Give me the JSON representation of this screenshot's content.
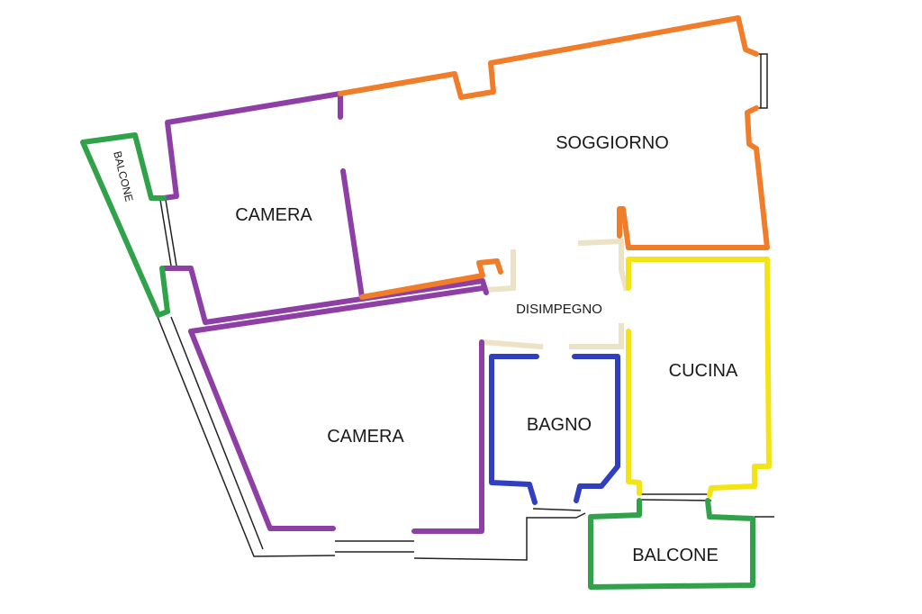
{
  "rooms": {
    "soggiorno": "SOGGIORNO",
    "camera_top": "CAMERA",
    "camera_bottom": "CAMERA",
    "disimpegno": "DISIMPEGNO",
    "cucina": "CUCINA",
    "bagno": "BAGNO",
    "balcone_left": "BALCONE",
    "balcone_bottom": "BALCONE"
  },
  "colors": {
    "camera": "#8e3fa6",
    "soggiorno": "#ef7d2a",
    "disimpegno": "#ece2c6",
    "cucina": "#f5e414",
    "bagno": "#2f3fc0",
    "balcone": "#2fa24a",
    "walls": "#222222"
  }
}
